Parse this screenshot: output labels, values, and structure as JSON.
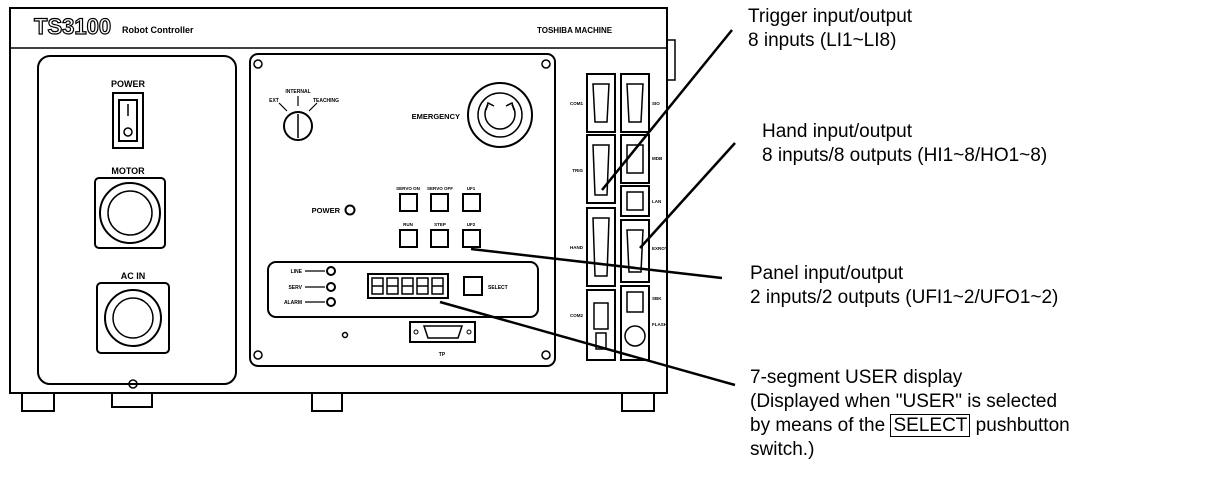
{
  "controller": {
    "model": "TS3100",
    "product": "Robot Controller",
    "maker": "TOSHIBA MACHINE",
    "left_panel": {
      "power": "POWER",
      "motor": "MOTOR",
      "ac_in": "AC IN"
    },
    "key_switch": {
      "ext": "EXT",
      "internal": "INTERNAL",
      "teaching": "TEACHING"
    },
    "emergency": "EMERGENCY",
    "power_lamp": "POWER",
    "buttons": [
      "SERVO ON",
      "SERVO OFF",
      "UF1",
      "RUN",
      "STEP",
      "UF2"
    ],
    "status_lamps": [
      "LINE",
      "SERV",
      "ALARM"
    ],
    "select": "SELECT",
    "tp": "TP",
    "connectors_left": [
      "COM1",
      "TRIG",
      "HAND",
      "COM2"
    ],
    "connectors_right": [
      "SIO",
      "MDB",
      "LAN",
      "EXROT",
      "SBK",
      "FLASH"
    ]
  },
  "callouts": {
    "trigger": {
      "line1": "Trigger input/output",
      "line2": "8 inputs (LI1~LI8)"
    },
    "hand": {
      "line1": "Hand input/output",
      "line2": "8 inputs/8 outputs (HI1~8/HO1~8)"
    },
    "panel": {
      "line1": "Panel input/output",
      "line2": "2 inputs/2 outputs (UFI1~2/UFO1~2)"
    },
    "segment": {
      "line1": "7-segment USER display",
      "line2": "(Displayed when \"USER\" is selected",
      "line3_prefix": "by means of the",
      "line3_button": "SELECT",
      "line3_suffix": " pushbutton",
      "line4": "switch.)"
    }
  }
}
